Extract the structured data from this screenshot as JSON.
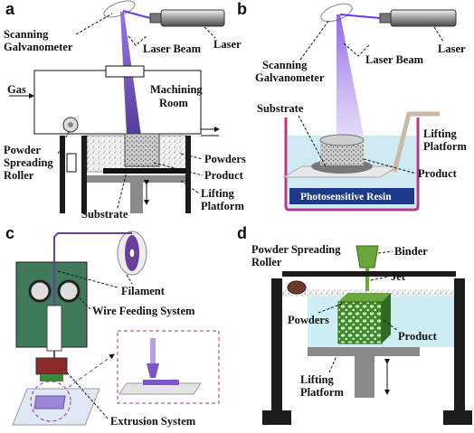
{
  "panels": {
    "a": {
      "letter": "a",
      "labels": {
        "scanning_galvanometer": [
          "Scanning",
          "Galvanometer"
        ],
        "laser_beam": "Laser Beam",
        "laser": "Laser",
        "gas": "Gas",
        "machining_room": [
          "Machining",
          "Room"
        ],
        "powder_spreading_roller": [
          "Powder",
          "Spreading",
          "Roller"
        ],
        "powders": "Powders",
        "product": "Product",
        "substrate": "Substrate",
        "lifting_platform": [
          "Lifting",
          "Platform"
        ]
      }
    },
    "b": {
      "letter": "b",
      "labels": {
        "scanning_galvanometer": [
          "Scanning",
          "Galvanometer"
        ],
        "laser_beam": "Laser Beam",
        "laser": "Laser",
        "substrate": "Substrate",
        "lifting_platform": [
          "Lifting",
          "Platform"
        ],
        "product": "Product",
        "photosensitive_resin": "Photosensitive Resin"
      }
    },
    "c": {
      "letter": "c",
      "labels": {
        "filament": "Filament",
        "wire_feeding_system": "Wire Feeding System",
        "extrusion_system": "Extrusion System"
      }
    },
    "d": {
      "letter": "d",
      "labels": {
        "powder_spreading_roller": [
          "Powder Spreading",
          "Roller"
        ],
        "binder": "Binder",
        "jet": "Jet",
        "powders": "Powders",
        "product": "Product",
        "lifting_platform": [
          "Lifting",
          "Platform"
        ]
      }
    }
  },
  "colors": {
    "laser_beam": "#5b2fc9",
    "filament": "#6a3ea1",
    "binder": "#6aa63a",
    "resin": "#cfeaf2",
    "powder_bed": "#cdeef2",
    "frame": "#1c1c1c",
    "roller_dark": "#6b3a2a",
    "green_board": "#3f7a5a"
  }
}
